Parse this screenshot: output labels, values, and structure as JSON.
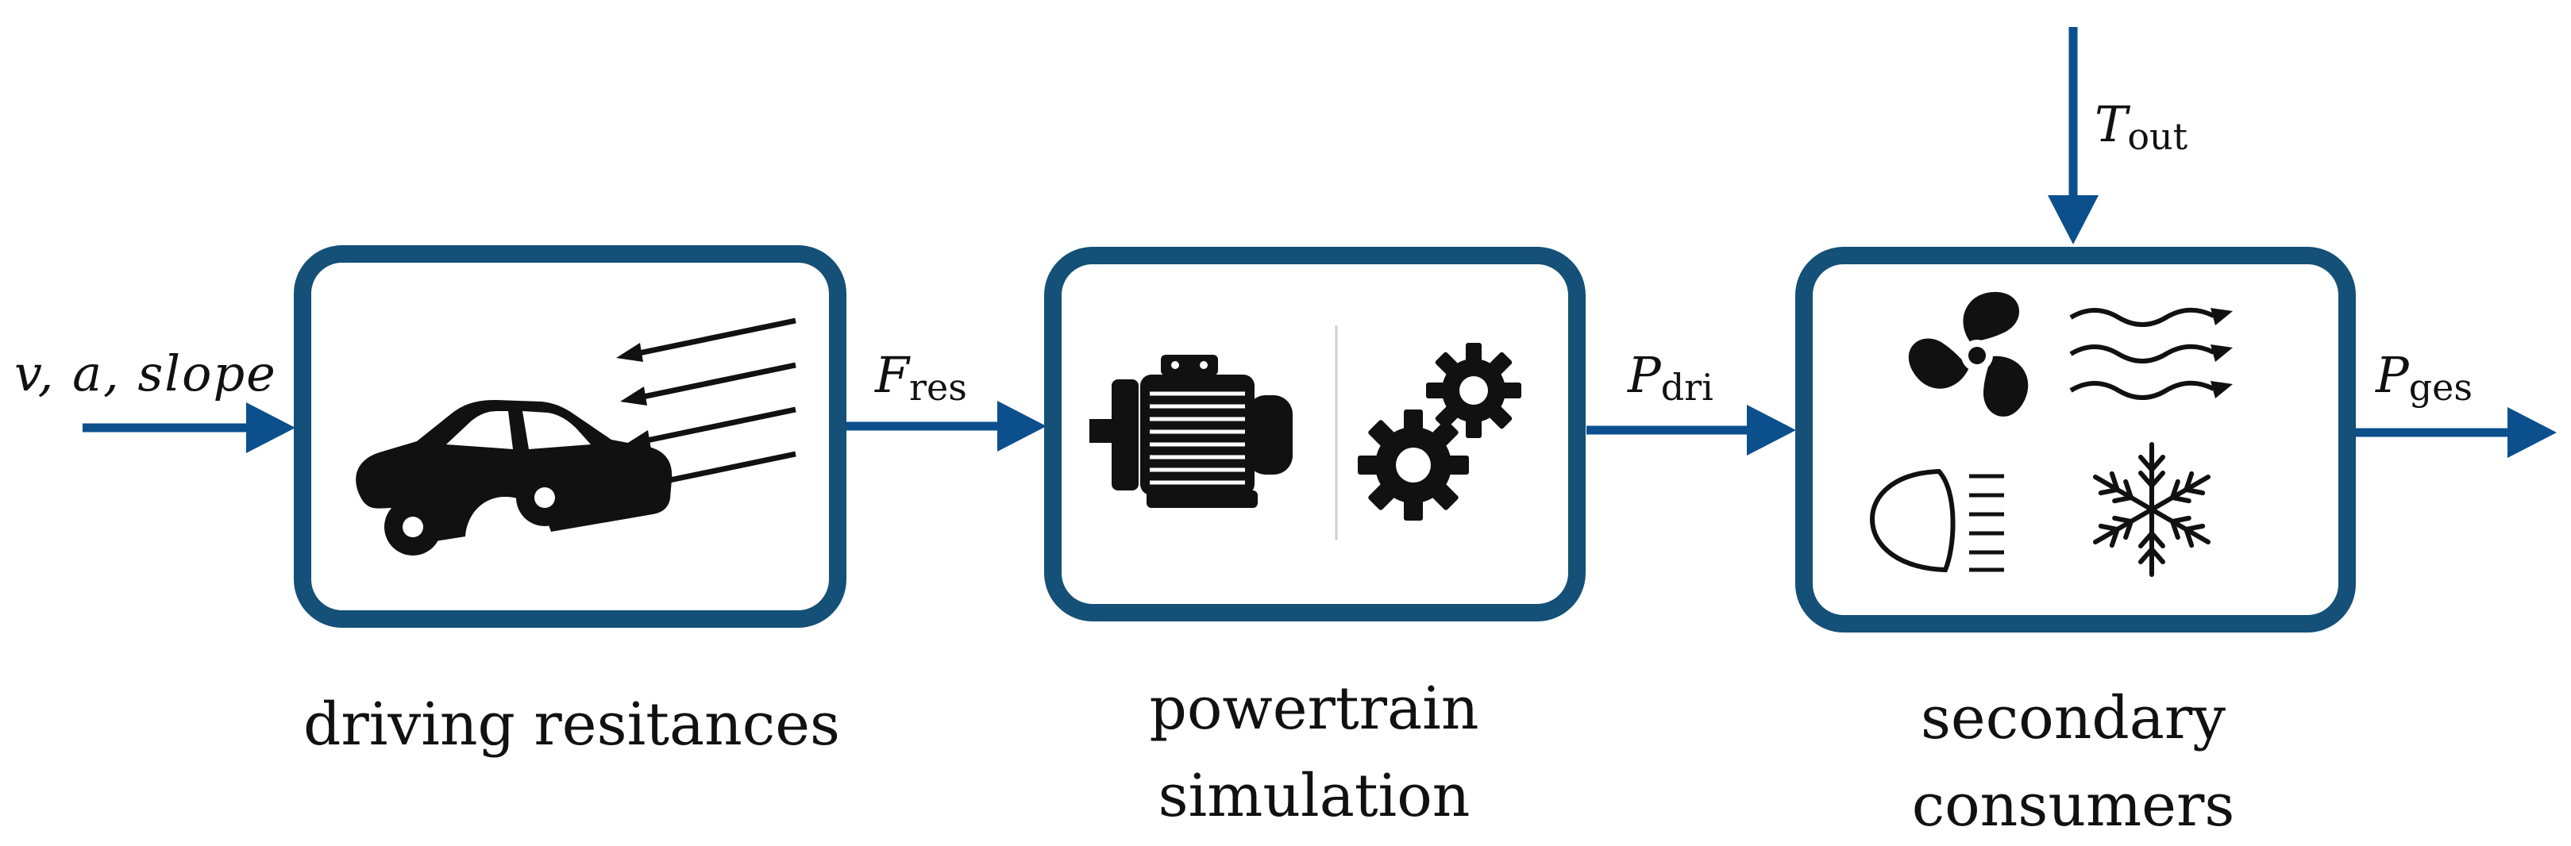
{
  "colors": {
    "flow": "#0c4f8d",
    "box": "#145077",
    "ink": "#111111"
  },
  "input_signal": "v, a, slope",
  "signals": {
    "f_res": {
      "symbol": "F",
      "subscript": "res"
    },
    "p_dri": {
      "symbol": "P",
      "subscript": "dri"
    },
    "p_ges": {
      "symbol": "P",
      "subscript": "ges"
    },
    "t_out": {
      "symbol": "T",
      "subscript": "out"
    }
  },
  "blocks": {
    "driving": {
      "caption": "driving resitances",
      "icons": [
        "car-icon",
        "airflow-arrows-icon"
      ]
    },
    "powertrain": {
      "caption_lines": [
        "powertrain",
        "simulation"
      ],
      "icons": [
        "electric-motor-icon",
        "gears-icon"
      ]
    },
    "secondary": {
      "caption_lines": [
        "secondary",
        "consumers"
      ],
      "icons": [
        "fan-icon",
        "wind-waves-icon",
        "headlight-icon",
        "snowflake-icon"
      ]
    }
  }
}
